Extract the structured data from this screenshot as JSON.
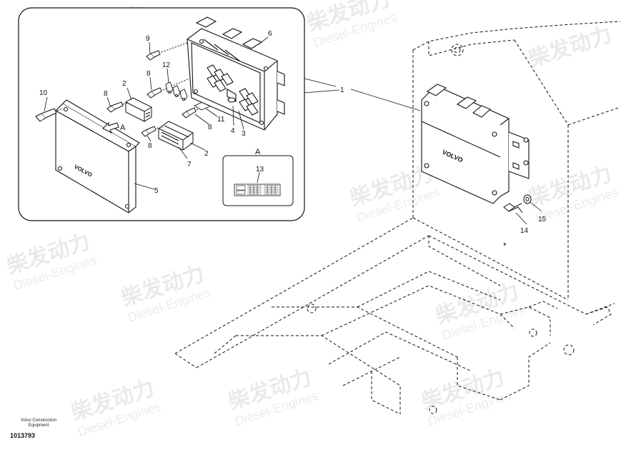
{
  "callouts": {
    "c1": "1",
    "c2a": "2",
    "c2b": "2",
    "c3": "3",
    "c4": "4",
    "c5": "5",
    "c6": "6",
    "c7": "7",
    "c8a": "8",
    "c8b": "8",
    "c8c": "8",
    "c8d": "8",
    "c9": "9",
    "c10": "10",
    "c11": "11",
    "c12": "12",
    "c13": "13",
    "c14": "14",
    "c15": "15"
  },
  "view_labels": {
    "arrow_a": "A",
    "detail_a": "A"
  },
  "plate_text": "VOLVO",
  "box_text": "VOLVO",
  "watermark": {
    "cn": "柴发动力",
    "en": "Diesel-Engines"
  },
  "footer": {
    "brand_line1": "Volvo Construction",
    "brand_line2": "Equipment",
    "doc_number": "1013793"
  },
  "colors": {
    "line": "#111111",
    "background": "#ffffff",
    "watermark": "#d9d9d9"
  }
}
